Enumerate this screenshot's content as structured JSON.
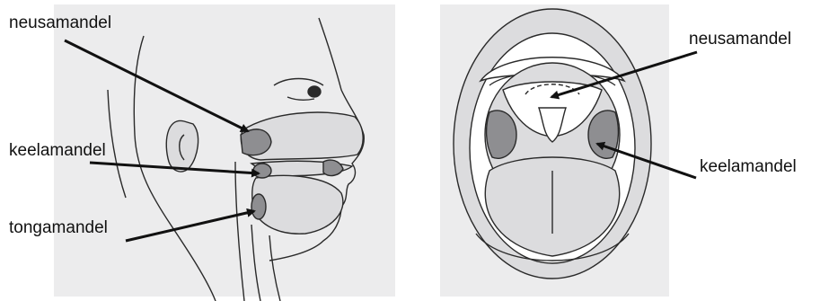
{
  "labels": {
    "left_neusamandel": "neusamandel",
    "left_keelamandel": "keelamandel",
    "left_tongamandel": "tongamandel",
    "right_neusamandel": "neusamandel",
    "right_keelamandel": "keelamandel"
  },
  "colors": {
    "panel_bg": "#ececed",
    "tissue": "#dcdcde",
    "tonsil": "#8e8e91",
    "outline": "#2a2a2a",
    "label_text": "#111111"
  }
}
